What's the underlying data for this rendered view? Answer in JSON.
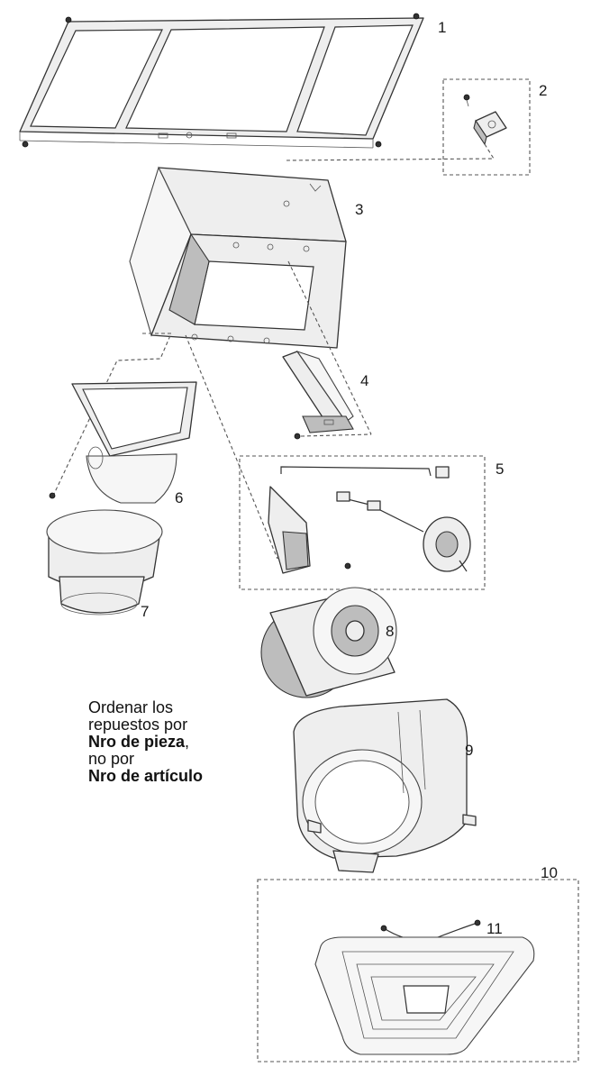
{
  "callouts": [
    "1",
    "2",
    "3",
    "4",
    "5",
    "6",
    "7",
    "8",
    "9",
    "10",
    "11"
  ],
  "note": {
    "line1": "Ordenar los",
    "line2": "repuestos por",
    "line3": "Nro de pieza",
    "line3_suffix": ",",
    "line4": "no por",
    "line5": "Nro de artículo"
  }
}
